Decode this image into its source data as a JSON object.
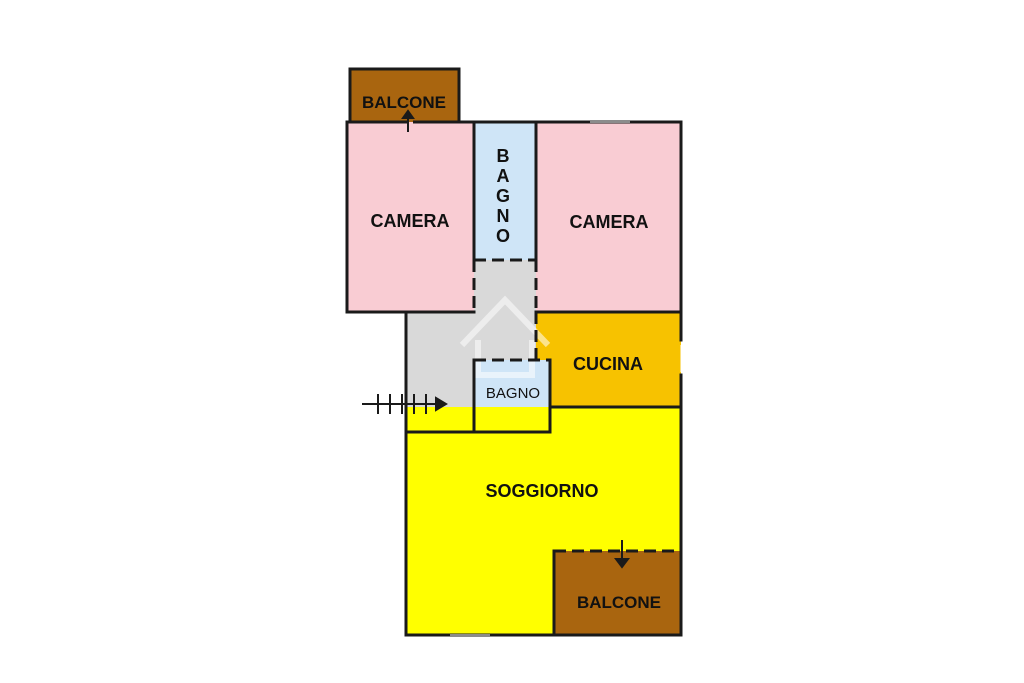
{
  "rooms": {
    "balcone_top": {
      "label": "BALCONE"
    },
    "camera_left": {
      "label": "CAMERA"
    },
    "bagno_top": {
      "letters": [
        "B",
        "A",
        "G",
        "N",
        "O"
      ]
    },
    "camera_right": {
      "label": "CAMERA"
    },
    "cucina": {
      "label": "CUCINA"
    },
    "bagno_small": {
      "label": "BAGNO"
    },
    "soggiorno": {
      "label": "SOGGIORNO"
    },
    "balcone_bottom": {
      "label": "BALCONE"
    }
  },
  "colors": {
    "camera": "#f9ccd3",
    "bagno": "#cfe5f7",
    "balcone": "#a9650f",
    "cucina": "#f7c200",
    "soggiorno": "#ffff00",
    "corridor": "#d9d9d9",
    "wall": "#1a1a1a"
  },
  "icons": {
    "entrance": "staircase-arrow-icon",
    "balcony_access_top": "arrow-up-icon",
    "balcony_access_bottom": "arrow-down-icon",
    "watermark": "house-watermark-icon"
  }
}
